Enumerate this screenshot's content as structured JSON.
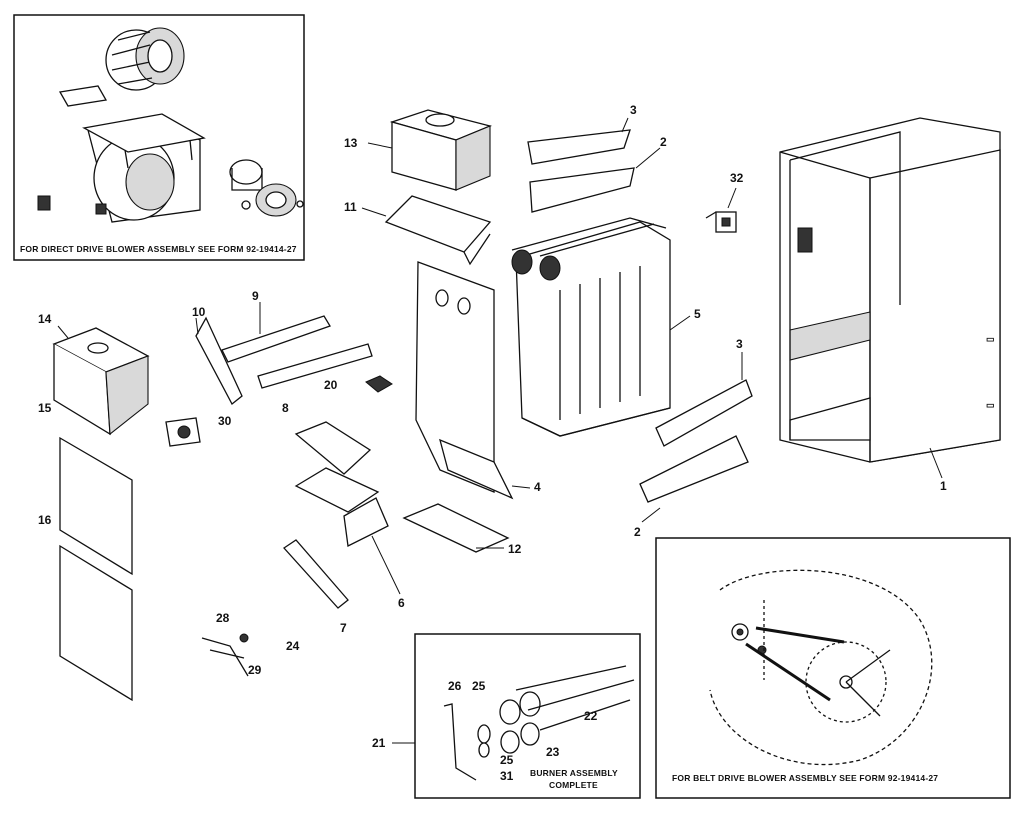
{
  "insets": {
    "direct_drive_caption": "FOR DIRECT DRIVE BLOWER ASSEMBLY SEE FORM 92-19414-27",
    "belt_drive_caption": "FOR BELT DRIVE BLOWER ASSEMBLY SEE FORM 92-19414-27",
    "burner_caption_line1": "BURNER ASSEMBLY",
    "burner_caption_line2": "COMPLETE"
  },
  "callouts": {
    "p1": "1",
    "p2a": "2",
    "p2b": "2",
    "p3a": "3",
    "p3b": "3",
    "p4": "4",
    "p5": "5",
    "p6": "6",
    "p7": "7",
    "p8": "8",
    "p9": "9",
    "p10": "10",
    "p11": "11",
    "p12": "12",
    "p13": "13",
    "p14": "14",
    "p15": "15",
    "p16": "16",
    "p20": "20",
    "p21": "21",
    "p22": "22",
    "p23": "23",
    "p24": "24",
    "p25a": "25",
    "p25b": "25",
    "p26": "26",
    "p28": "28",
    "p29": "29",
    "p30": "30",
    "p31": "31",
    "p32": "32"
  }
}
